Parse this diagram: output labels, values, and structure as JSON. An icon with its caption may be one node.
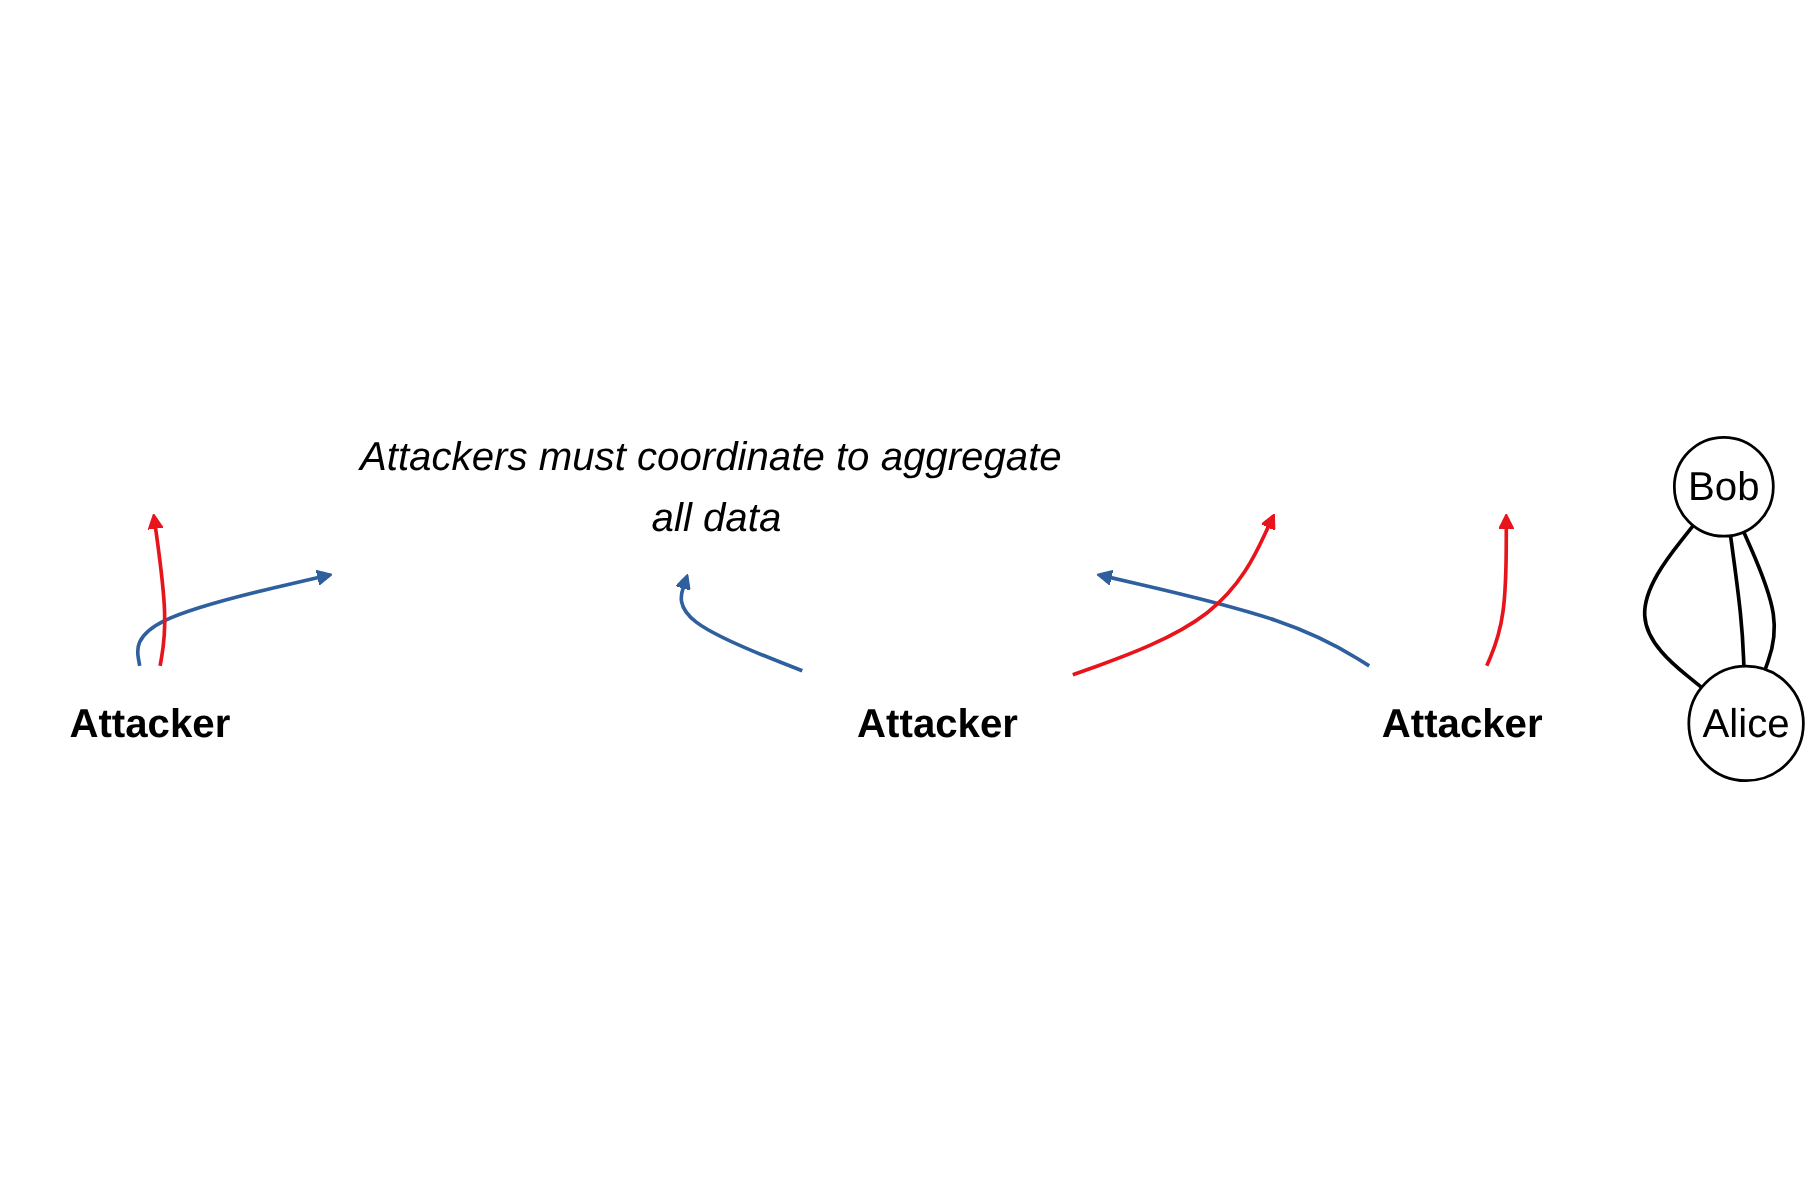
{
  "diagram": {
    "nodes": [
      {
        "text": [
          "Attackers must coordinate to aggregate all data"
        ]
      },
      {
        "text": [
          "Attacker"
        ]
      },
      {
        "text": [
          "Attacker"
        ]
      },
      {
        "text": [
          "Attacker"
        ]
      },
      {
        "text": [
          "Alice"
        ]
      },
      {
        "text": [
          "Bob"
        ]
      }
    ],
    "edges": [
      {
        "from": 1,
        "to": 0,
        "arrow": "to",
        "color": "#2e5f9e"
      },
      {
        "from": 2,
        "to": 0,
        "arrow": "to",
        "color": "#2e5f9e"
      },
      {
        "from": 3,
        "to": 0,
        "arrow": "to",
        "color": "#2e5f9e"
      },
      {
        "from": 4,
        "to": 5,
        "arrow": "none",
        "color": "#000000"
      },
      {
        "from": 4,
        "to": 5,
        "arrow": "none",
        "color": "#000000"
      },
      {
        "from": 4,
        "to": 5,
        "arrow": "none",
        "color": "#000000"
      },
      {
        "from": 1,
        "to": null,
        "arrow": "to",
        "color": "#e8141c"
      },
      {
        "from": 2,
        "to": null,
        "arrow": "to",
        "color": "#e8141c"
      },
      {
        "from": 3,
        "to": null,
        "arrow": "to",
        "color": "#e8141c"
      }
    ]
  }
}
